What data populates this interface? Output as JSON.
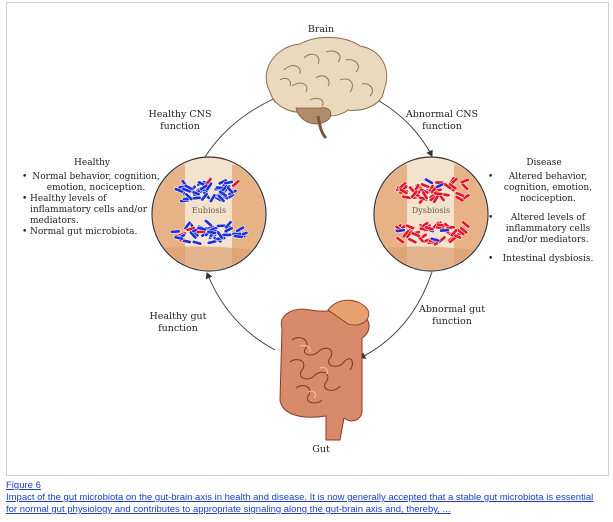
{
  "diagram": {
    "brain_label": "Brain",
    "gut_label": "Gut",
    "healthy_cns": [
      "Healthy CNS",
      "function"
    ],
    "abnormal_cns": [
      "Abnormal CNS",
      "function"
    ],
    "healthy_gut": [
      "Healthy gut",
      "function"
    ],
    "abnormal_gut": [
      "Abnormal gut",
      "function"
    ],
    "eubiosis_label": "Eubiosis",
    "dysbiosis_label": "Dysbiosis",
    "healthy_panel": {
      "title": "Healthy",
      "items": [
        "Normal behavior, cognition, emotion, nociception.",
        "Healthy levels of inflammatory cells and/or mediators.",
        "Normal gut microbiota."
      ]
    },
    "disease_panel": {
      "title": "Disease",
      "items": [
        "Altered behavior, cognition, emotion, nociception.",
        "Altered levels of inflammatory cells and/or mediators.",
        "Intestinal dysbiosis."
      ]
    },
    "colors": {
      "blue_bacteria": "#1f2fd6",
      "red_bacteria": "#e0182a",
      "brain": "#e9dcc4",
      "colon": "#d98a6a",
      "intestine": "#d9725e"
    }
  },
  "caption": {
    "figure_label": "Figure 6",
    "text": "Impact of the gut microbiota on the gut-brain axis in health and disease. It is now generally accepted that a stable gut microbiota is essential for normal gut physiology and contributes to appropriate signaling along the gut-brain axis and, thereby, ..."
  }
}
